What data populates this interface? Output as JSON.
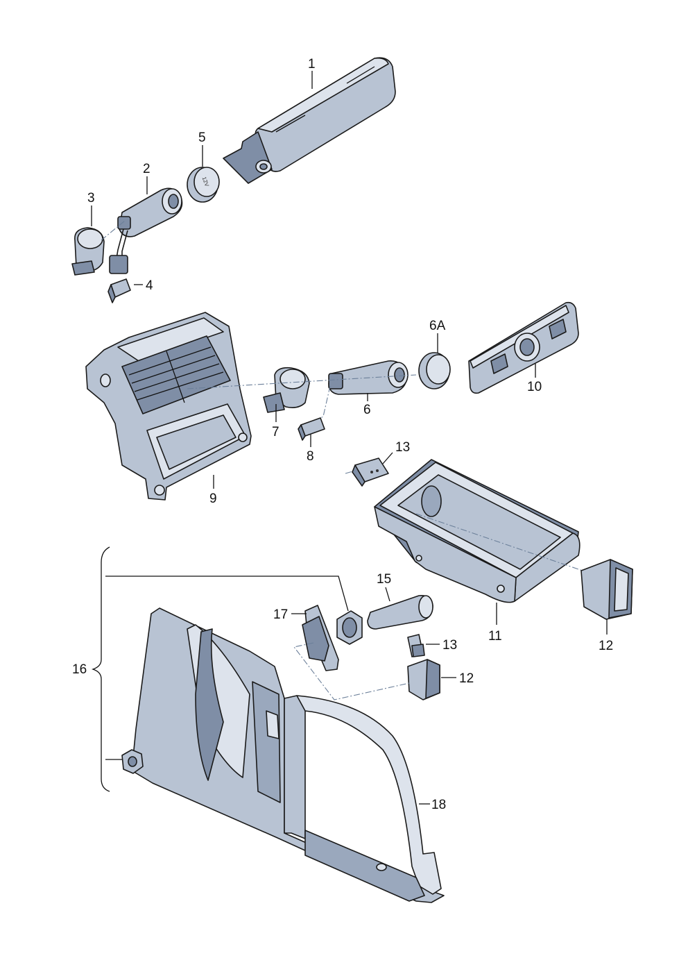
{
  "colors": {
    "part_fill": "#b8c3d3",
    "part_dark": "#7f8ea6",
    "part_light": "#dde3ec",
    "outline": "#1a1a1a",
    "leader_dash": "#6b7f99"
  },
  "labels": {
    "p1": "1",
    "p2": "2",
    "p3": "3",
    "p4": "4",
    "p5": "5",
    "p6": "6",
    "p6a": "6A",
    "p7": "7",
    "p8": "8",
    "p9": "9",
    "p10": "10",
    "p11": "11",
    "p12a": "12",
    "p12b": "12",
    "p13a": "13",
    "p13b": "13",
    "p15": "15",
    "p16": "16",
    "p17": "17",
    "p18": "18"
  },
  "socket_marking": "12V"
}
